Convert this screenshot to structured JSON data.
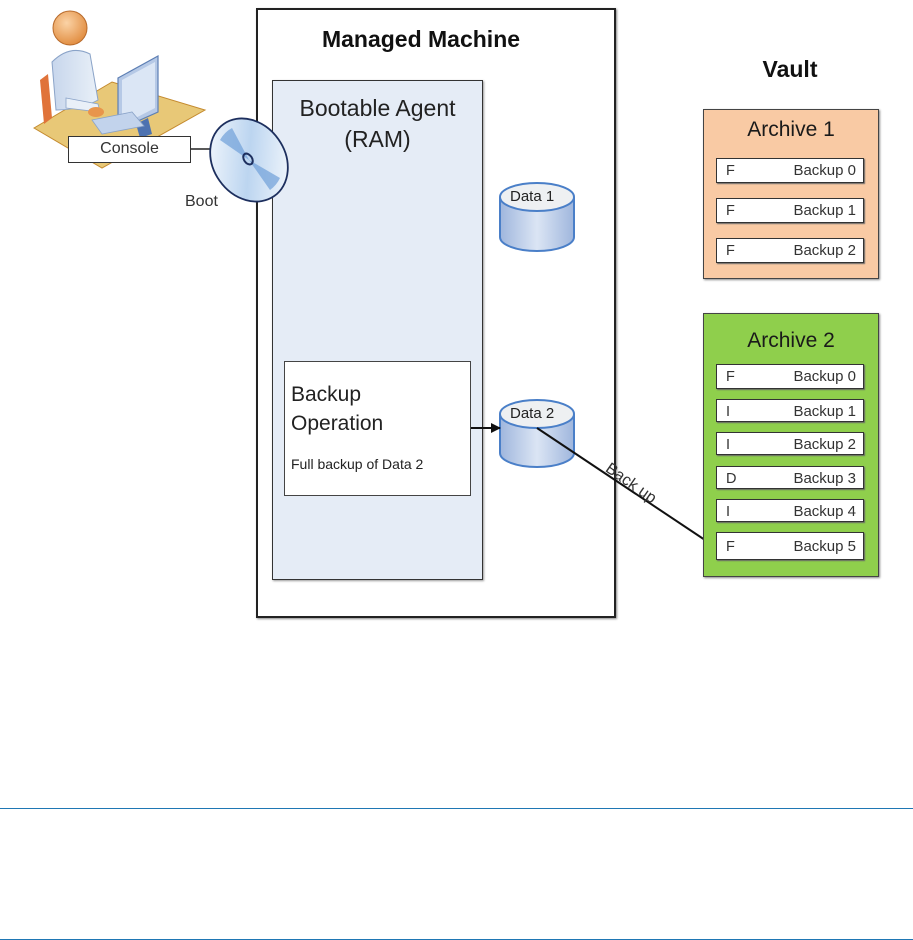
{
  "diagram": {
    "managed_machine": {
      "title": "Managed Machine",
      "agent": {
        "title_line1": "Bootable Agent",
        "title_line2": "(RAM)"
      },
      "operation": {
        "title_line1": "Backup",
        "title_line2": "Operation",
        "subtitle": "Full backup of Data 2"
      },
      "disks": [
        {
          "label": "Data 1"
        },
        {
          "label": "Data 2"
        }
      ]
    },
    "console": {
      "label": "Console",
      "boot_label": "Boot"
    },
    "connector": {
      "backup_label": "Back up"
    },
    "vault": {
      "title": "Vault",
      "archives": [
        {
          "title": "Archive 1",
          "color": "#f9caa4",
          "backups": [
            {
              "type": "F",
              "name": "Backup 0"
            },
            {
              "type": "F",
              "name": "Backup 1"
            },
            {
              "type": "F",
              "name": "Backup 2"
            }
          ]
        },
        {
          "title": "Archive 2",
          "color": "#8fcf4c",
          "backups": [
            {
              "type": "F",
              "name": "Backup 0"
            },
            {
              "type": "I",
              "name": "Backup 1"
            },
            {
              "type": "I",
              "name": "Backup 2"
            },
            {
              "type": "D",
              "name": "Backup 3"
            },
            {
              "type": "I",
              "name": "Backup 4"
            },
            {
              "type": "F",
              "name": "Backup 5"
            }
          ]
        }
      ]
    },
    "colors": {
      "rule": "#1f77b4",
      "agent_fill": "#e5ecf6",
      "disk_outline": "#4a7fc8"
    }
  }
}
